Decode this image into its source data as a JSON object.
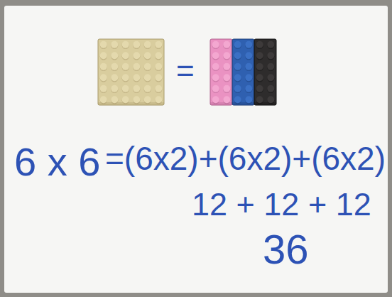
{
  "diagram": {
    "labels": [
      "=",
      "6 x 6",
      "=(6x2)+(6x2)+(6x2)",
      "12 + 12 + 12",
      "36"
    ]
  }
}
